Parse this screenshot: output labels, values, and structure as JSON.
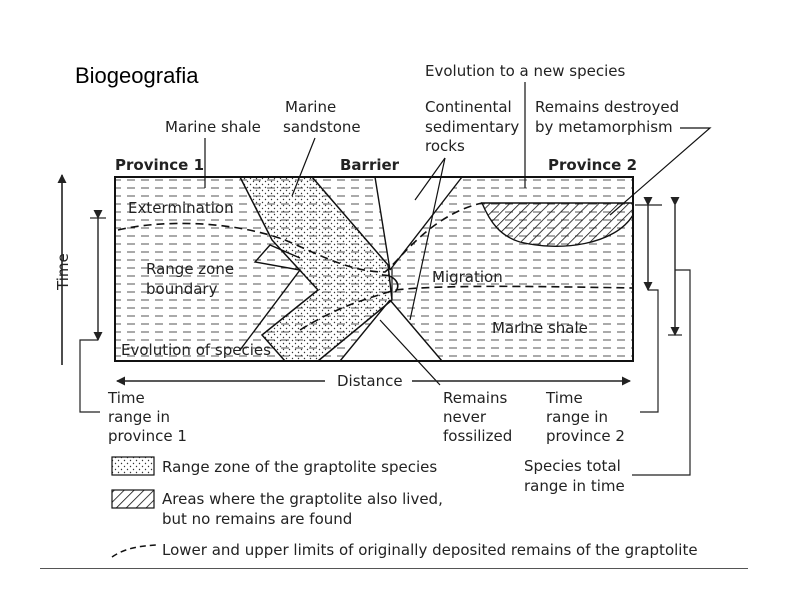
{
  "slide": {
    "title": "Biogeografia"
  },
  "diagram": {
    "labels": {
      "evolution_new_species": "Evolution to a new species",
      "marine_shale_top": "Marine shale",
      "marine": "Marine",
      "sandstone": "sandstone",
      "continental": "Continental",
      "sedimentary": "sedimentary",
      "rocks": "rocks",
      "remains_destroyed": "Remains destroyed",
      "by_metamorphism": "by metamorphism",
      "province1": "Province 1",
      "barrier": "Barrier",
      "province2": "Province 2",
      "extermination": "Extermination",
      "range_zone": "Range zone",
      "boundary": "boundary",
      "migration": "Migration",
      "marine_shale_lower": "Marine shale",
      "evolution_of_species": "Evolution of species",
      "time_axis": "Time",
      "distance_axis": "Distance",
      "time": "Time",
      "range_in": "range in",
      "province_1": "province 1",
      "remains": "Remains",
      "never": "never",
      "fossilized": "fossilized",
      "time2": "Time",
      "range_in2": "range in",
      "province_2": "province 2",
      "species_total": "Species total",
      "range_in_time": "range in time"
    },
    "legend": {
      "range_zone": "Range zone of the graptolite species",
      "areas_line1": "Areas where the graptolite also lived,",
      "areas_line2": "but no remains are found",
      "limits": "Lower and upper limits of originally deposited remains of the graptolite"
    }
  }
}
